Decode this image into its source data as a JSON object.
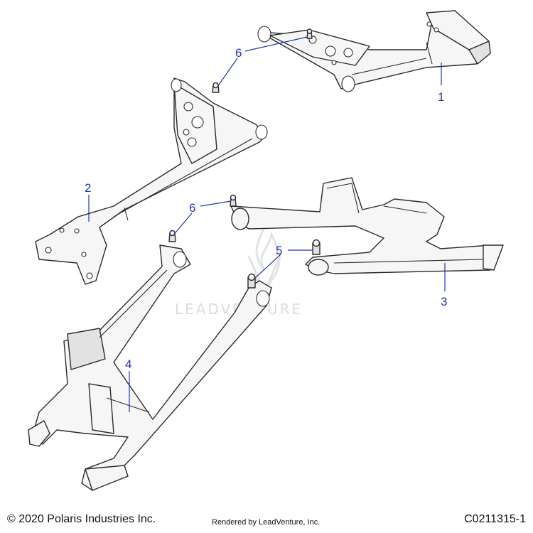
{
  "watermark": {
    "text": "LEADVENTURE",
    "logo": "leadventure-flame-logo"
  },
  "callouts": {
    "c1": "1",
    "c2": "2",
    "c3": "3",
    "c4": "4",
    "c5": "5",
    "c6a": "6",
    "c6b": "6"
  },
  "footer": {
    "copyright": "© 2020 Polaris Industries Inc.",
    "rendered_by": "Rendered by LeadVenture, Inc.",
    "diagram_id": "C0211315-1"
  },
  "colors": {
    "callout": "#2433b8",
    "line": "#2b2b2b",
    "part_fill": "#f6f6f6",
    "watermark": "#dcdcdc"
  }
}
